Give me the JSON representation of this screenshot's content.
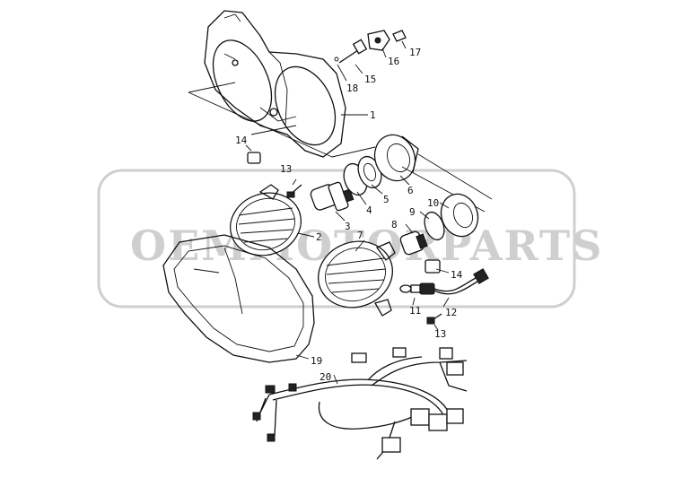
{
  "watermark": {
    "text": "OEMMOTORPARTS"
  },
  "callouts": [
    {
      "id": "c1",
      "text": "1"
    },
    {
      "id": "c2",
      "text": "2"
    },
    {
      "id": "c3",
      "text": "3"
    },
    {
      "id": "c4",
      "text": "4"
    },
    {
      "id": "c5",
      "text": "5"
    },
    {
      "id": "c6",
      "text": "6"
    },
    {
      "id": "c7",
      "text": "7"
    },
    {
      "id": "c8",
      "text": "8"
    },
    {
      "id": "c9",
      "text": "9"
    },
    {
      "id": "c10",
      "text": "10"
    },
    {
      "id": "c11",
      "text": "11"
    },
    {
      "id": "c12",
      "text": "12"
    },
    {
      "id": "c13a",
      "text": "13"
    },
    {
      "id": "c13b",
      "text": "13"
    },
    {
      "id": "c14a",
      "text": "14"
    },
    {
      "id": "c14b",
      "text": "14"
    },
    {
      "id": "c15",
      "text": "15"
    },
    {
      "id": "c16",
      "text": "16"
    },
    {
      "id": "c17",
      "text": "17"
    },
    {
      "id": "c18",
      "text": "18"
    },
    {
      "id": "c19",
      "text": "19"
    },
    {
      "id": "c20",
      "text": "20"
    }
  ]
}
